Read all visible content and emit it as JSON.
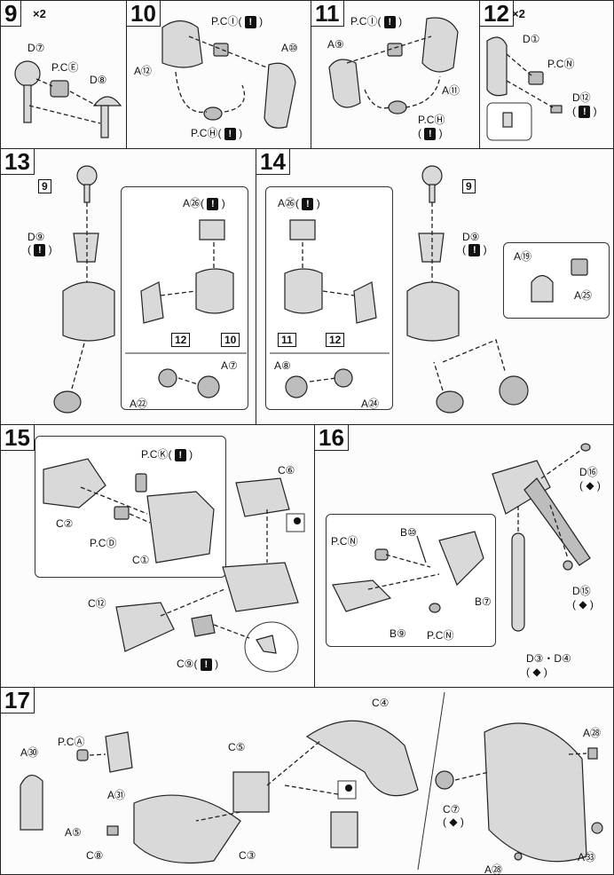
{
  "steps": {
    "s9": {
      "num": "9",
      "mult": "×2",
      "labels": [
        "D⑦",
        "P.CⒺ",
        "D⑧"
      ]
    },
    "s10": {
      "num": "10",
      "labels": [
        "P.CⒾ",
        "A⑫",
        "A⑩",
        "P.CⒽ"
      ]
    },
    "s11": {
      "num": "11",
      "labels": [
        "P.CⒾ",
        "A⑨",
        "A⑪",
        "P.CⒽ"
      ]
    },
    "s12": {
      "num": "12",
      "mult": "×2",
      "labels": [
        "D①",
        "P.CⓃ",
        "D⑫"
      ]
    },
    "s13": {
      "num": "13",
      "labels": [
        "D⑨",
        "A㉖",
        "A⑦",
        "A㉒"
      ],
      "refs": [
        "9",
        "12",
        "10"
      ]
    },
    "s14": {
      "num": "14",
      "labels": [
        "A㉖",
        "D⑨",
        "A⑲",
        "A㉕",
        "A⑧",
        "A㉔"
      ],
      "refs": [
        "9",
        "11",
        "12"
      ]
    },
    "s15": {
      "num": "15",
      "labels": [
        "P.CⓀ",
        "C⑥",
        "C②",
        "P.CⒹ",
        "C①",
        "C⑫",
        "C⑨"
      ]
    },
    "s16": {
      "num": "16",
      "labels": [
        "D⑯",
        "P.CⓃ",
        "B⑩",
        "B⑦",
        "B⑨",
        "P.CⓃ",
        "D⑮",
        "D③・D④"
      ]
    },
    "s17": {
      "num": "17",
      "labels": [
        "C④",
        "P.CⒶ",
        "A㉚",
        "C⑤",
        "A㉛",
        "A⑤",
        "C⑧",
        "C③",
        "A㉘",
        "C⑦",
        "A㉘",
        "A㉝"
      ]
    }
  }
}
